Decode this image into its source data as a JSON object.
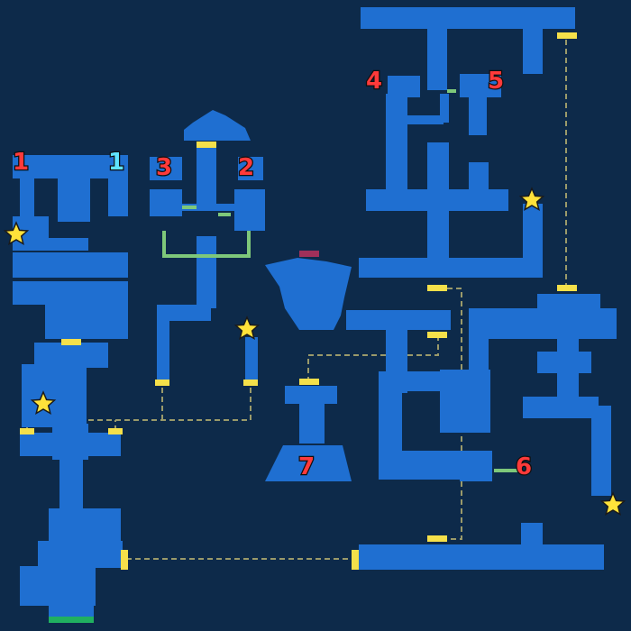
{
  "colors": {
    "background": "#0d2a4a",
    "room": "#1f6fd1",
    "door": "#f5e04a",
    "passage": "#7ec87a",
    "path": "#9a9a6a",
    "red_marker": "#ff3a3a",
    "cyan_marker": "#5fe3ff",
    "star": "#ffe23a",
    "entrance": "#20b060",
    "sealed": "#a0305a"
  },
  "markers": {
    "m1a": "1",
    "m1b": "1",
    "m2": "2",
    "m3": "3",
    "m4": "4",
    "m5": "5",
    "m6": "6",
    "m7": "7"
  },
  "icons": {
    "star": "star-icon"
  }
}
